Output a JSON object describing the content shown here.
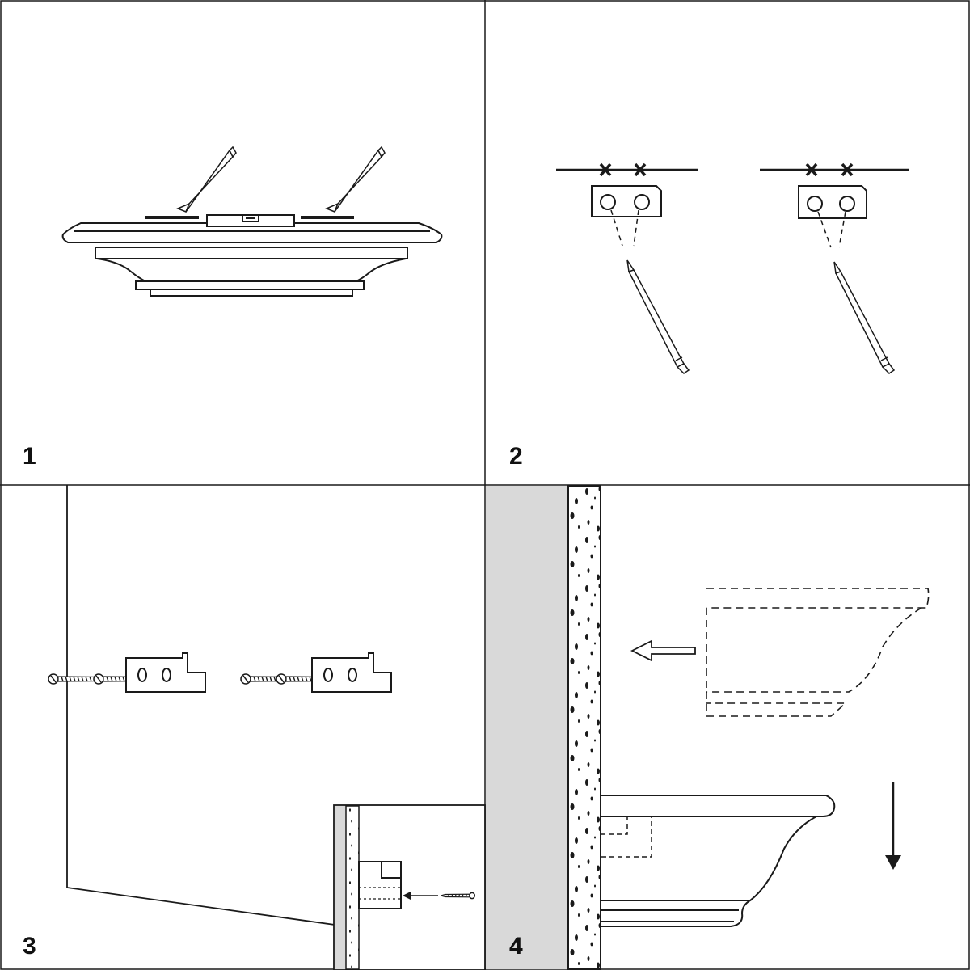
{
  "panels": [
    {
      "step_number": "1"
    },
    {
      "step_number": "2"
    },
    {
      "step_number": "3"
    },
    {
      "step_number": "4"
    }
  ],
  "colors": {
    "line": "#1a1a1a",
    "wall_fill": "#d9d9d9",
    "background": "#ffffff"
  },
  "icons": {
    "pencil": "pencil-icon",
    "screw": "screw-icon",
    "bracket": "mounting-bracket-icon",
    "level": "spirit-level-icon",
    "arrow_left": "arrow-left-icon",
    "arrow_down": "arrow-down-icon",
    "mark": "x-mark-icon"
  }
}
